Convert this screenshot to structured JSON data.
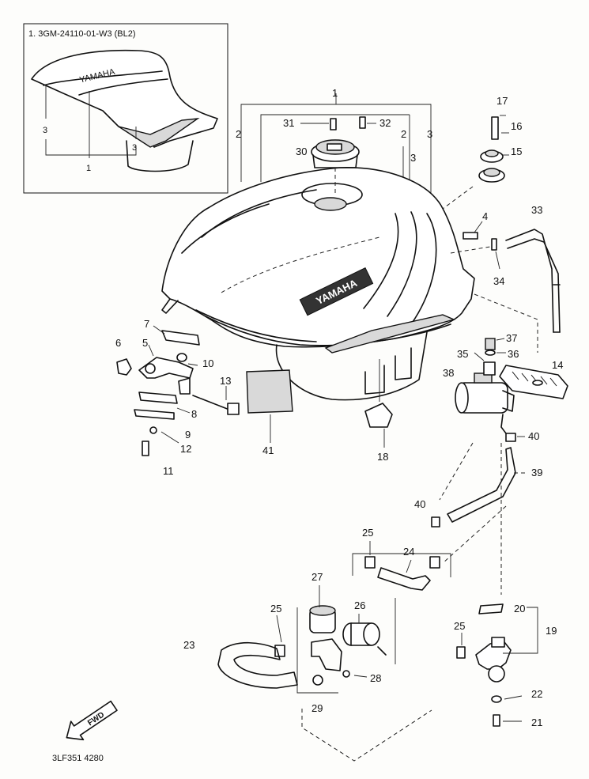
{
  "inset_title": "1. 3GM-24110-01-W3 (BL2)",
  "brand": "YAMAHA",
  "fwd": "FWD",
  "ref_code": "3LF351 4280",
  "inset_labels": [
    "3",
    "3",
    "1"
  ],
  "labels": {
    "p1": "1",
    "p2a": "2",
    "p2b": "2",
    "p3a": "3",
    "p3b": "3",
    "p4": "4",
    "p5": "5",
    "p6": "6",
    "p7": "7",
    "p8": "8",
    "p9": "9",
    "p10": "10",
    "p11": "11",
    "p12": "12",
    "p13": "13",
    "p14": "14",
    "p15": "15",
    "p16": "16",
    "p17": "17",
    "p18": "18",
    "p19": "19",
    "p20": "20",
    "p21": "21",
    "p22": "22",
    "p23": "23",
    "p24": "24",
    "p25a": "25",
    "p25b": "25",
    "p25c": "25",
    "p26": "26",
    "p27": "27",
    "p28": "28",
    "p29": "29",
    "p30": "30",
    "p31": "31",
    "p32": "32",
    "p33": "33",
    "p34": "34",
    "p35": "35",
    "p36": "36",
    "p37": "37",
    "p38": "38",
    "p39": "39",
    "p40a": "40",
    "p40b": "40",
    "p41": "41"
  }
}
